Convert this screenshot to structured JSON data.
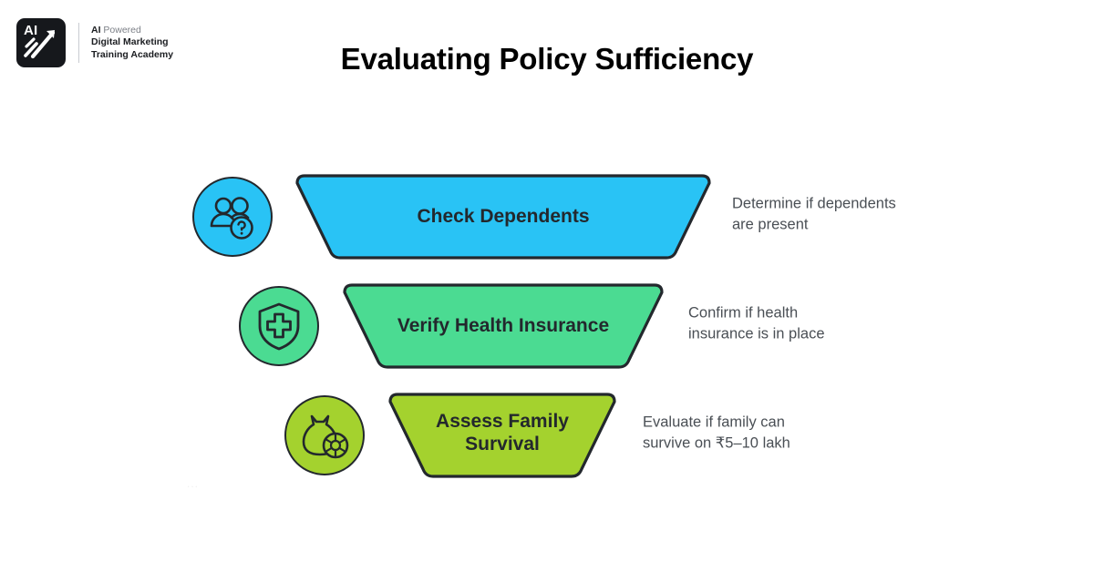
{
  "brand": {
    "logo_icon": "ai-arrow-logo-icon",
    "mark_text": "AI",
    "line1_bold": "AI",
    "line1_light": " Powered",
    "line2": "Digital Marketing",
    "line3": "Training Academy"
  },
  "header": {
    "title": "Evaluating Policy Sufficiency"
  },
  "colors": {
    "stage1": "#29c3f5",
    "stage2": "#4bdb92",
    "stage3": "#a4d22e",
    "outline": "#23282d",
    "title": "#000000",
    "description": "#4a4f55",
    "background": "#ffffff"
  },
  "funnel": {
    "stages": [
      {
        "label": "Check Dependents",
        "description": "Determine if dependents\nare present",
        "icon": "users-question-icon",
        "color": "#29c3f5"
      },
      {
        "label": "Verify Health Insurance",
        "description": "Confirm if health\ninsurance is in place",
        "icon": "shield-medical-cross-icon",
        "color": "#4bdb92"
      },
      {
        "label": "Assess Family\nSurvival",
        "description": "Evaluate if family can\nsurvive on ₹5–10 lakh",
        "icon": "money-bag-coin-icon",
        "color": "#a4d22e"
      }
    ]
  },
  "artifact": {
    "faint_text": "..."
  }
}
